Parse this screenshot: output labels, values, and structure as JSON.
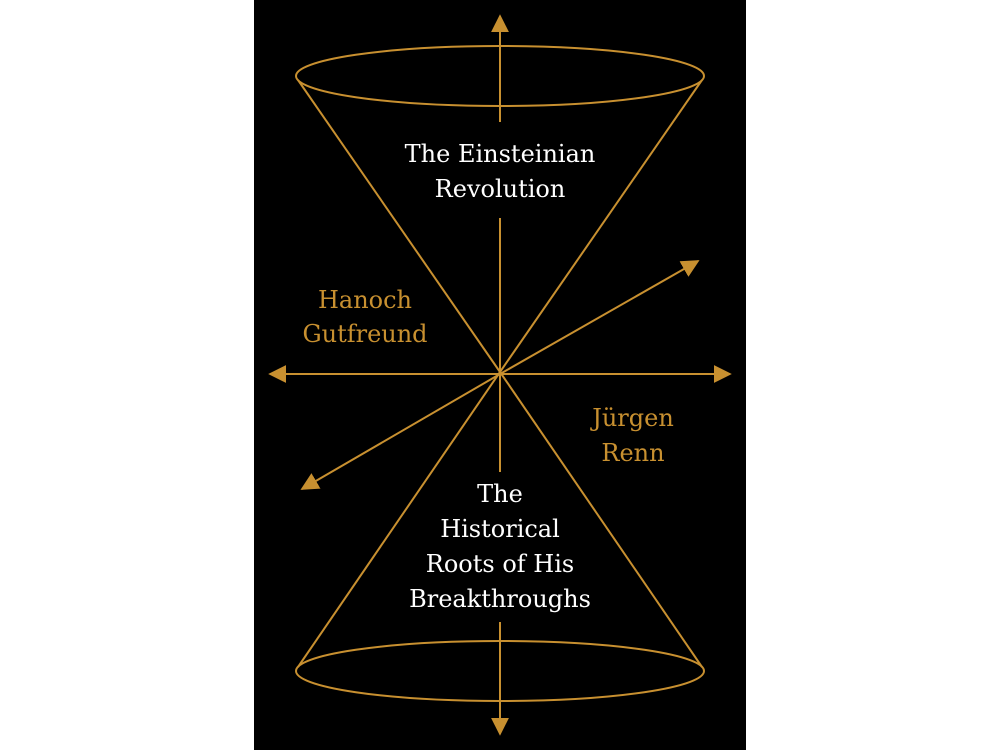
{
  "cover": {
    "background": "#000000",
    "line_color": "#c89030",
    "title_color": "#ffffff",
    "title_lines": [
      "The Einsteinian",
      "Revolution"
    ],
    "subtitle_lines": [
      "The",
      "Historical",
      "Roots of His",
      "Breakthroughs"
    ],
    "author1_lines": [
      "Hanoch",
      "Gutfreund"
    ],
    "author2_lines": [
      "Jürgen",
      "Renn"
    ],
    "illustration": "light-cone-icon"
  }
}
